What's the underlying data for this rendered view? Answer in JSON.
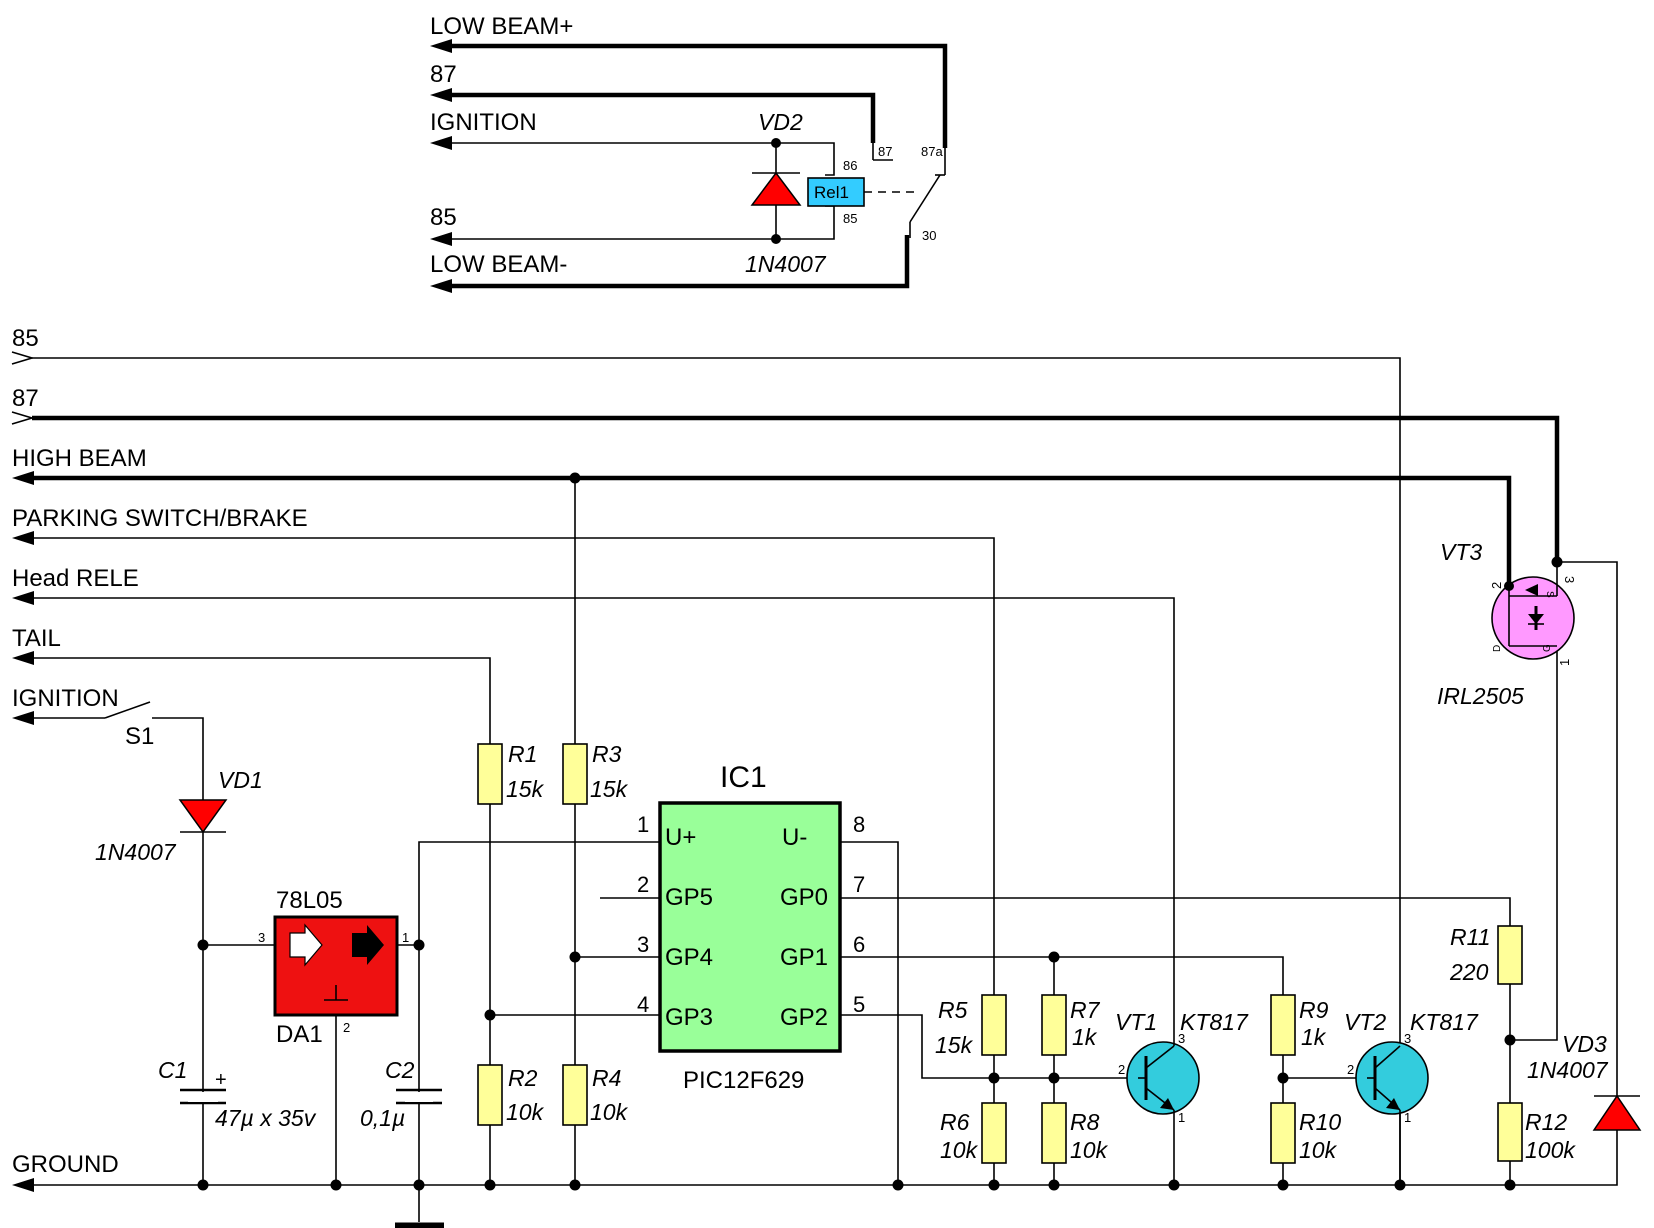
{
  "relay_section": {
    "low_beam_plus": "LOW BEAM+",
    "net_87": "87",
    "ignition": "IGNITION",
    "net_85": "85",
    "low_beam_minus": "LOW BEAM-",
    "vd2_name": "VD2",
    "vd2_part": "1N4007",
    "relay_name": "Rel1",
    "relay_pin_86": "86",
    "relay_pin_85": "85",
    "relay_pin_87": "87",
    "relay_pin_87a": "87a",
    "relay_pin_30": "30"
  },
  "main_section": {
    "net_85": "85",
    "net_87": "87",
    "high_beam": "HIGH BEAM",
    "parking": "PARKING SWITCH/BRAKE",
    "head_rele": "Head RELE",
    "tail": "TAIL",
    "ignition": "IGNITION",
    "ground": "GROUND"
  },
  "components": {
    "s1": "S1",
    "vd1": "VD1",
    "vd1_part": "1N4007",
    "da1_part": "78L05",
    "da1": "DA1",
    "da1_pin3": "3",
    "da1_pin1": "1",
    "da1_pin2": "2",
    "c1": "C1",
    "c1_plus": "+",
    "c1_val": "47µ x 35v",
    "c2": "C2",
    "c2_val": "0,1µ",
    "r1": "R1",
    "r1_val": "15k",
    "r2": "R2",
    "r2_val": "10k",
    "r3": "R3",
    "r3_val": "15k",
    "r4": "R4",
    "r4_val": "10k",
    "r5": "R5",
    "r5_val": "15k",
    "r6": "R6",
    "r6_val": "10k",
    "r7": "R7",
    "r7_val": "1k",
    "r8": "R8",
    "r8_val": "10k",
    "r9": "R9",
    "r9_val": "1k",
    "r10": "R10",
    "r10_val": "10k",
    "r11": "R11",
    "r11_val": "220",
    "r12": "R12",
    "r12_val": "100k",
    "vt1": "VT1",
    "vt1_part": "KT817",
    "vt2": "VT2",
    "vt2_part": "KT817",
    "vt3": "VT3",
    "vt3_part": "IRL2505",
    "vd3": "VD3",
    "vd3_part": "1N4007",
    "tr_pin1": "1",
    "tr_pin2": "2",
    "tr_pin3": "3",
    "fet_pin1": "1",
    "fet_pin2": "2",
    "fet_pin3": "3",
    "fet_d": "D",
    "fet_s": "S",
    "fet_g": "G"
  },
  "ic": {
    "name": "IC1",
    "part": "PIC12F629",
    "left_pins": [
      {
        "num": "1",
        "label": "U+"
      },
      {
        "num": "2",
        "label": "GP5"
      },
      {
        "num": "3",
        "label": "GP4"
      },
      {
        "num": "4",
        "label": "GP3"
      }
    ],
    "right_pins": [
      {
        "num": "8",
        "label": "U-"
      },
      {
        "num": "7",
        "label": "GP0"
      },
      {
        "num": "6",
        "label": "GP1"
      },
      {
        "num": "5",
        "label": "GP2"
      }
    ]
  },
  "colors": {
    "diode": "#ff0000",
    "relay": "#33ccff",
    "ic": "#99ff99",
    "transistor": "#33ccdd",
    "mosfet": "#ff99ff",
    "resistor": "#ffff99",
    "regulator": "#ee1111"
  }
}
